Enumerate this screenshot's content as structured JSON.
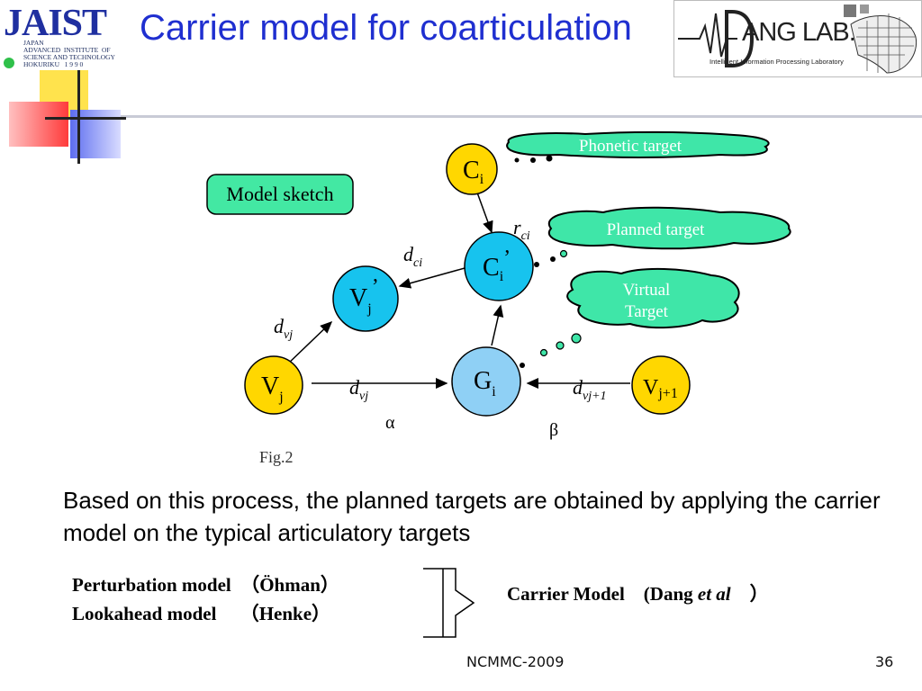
{
  "slide": {
    "title": "Carrier model for coarticulation",
    "paragraph": "Based on this process, the planned targets are obtained by applying the carrier model on the typical articulatory targets",
    "footer_center": "NCMMC-2009",
    "page_number": "36"
  },
  "logos": {
    "jaist_big": "JAIST",
    "jaist_small": "JAPAN\nADVANCED  INSTITUTE  OF\nSCIENCE AND TECHNOLOGY\nHOKURIKU   1 9 9 0",
    "dang_text": "ANG LAB.",
    "dang_sub": "Intelligent Information Processing Laboratory"
  },
  "diagram": {
    "model_sketch": "Model sketch",
    "phonetic_target": "Phonetic target",
    "planned_target": "Planned target",
    "virtual_target_line1": "Virtual",
    "virtual_target_line2": "Target",
    "fig_label": "Fig.2",
    "nodes": {
      "ci_base": "C",
      "ci_sub": "i",
      "cip_base": "C",
      "cip_sub": "i",
      "cip_prime": "’",
      "vjp_base": "V",
      "vjp_sub": "j",
      "vjp_prime": "’",
      "vj_base": "V",
      "vj_sub": "j",
      "gi_base": "G",
      "gi_sub": "i",
      "vj1_base": "V",
      "vj1_sub": "j+1"
    },
    "labels": {
      "rci_base": "r",
      "rci_sub": "ci",
      "dci_base": "d",
      "dci_sub": "ci",
      "dvj_left_base": "d",
      "dvj_left_sub": "vj",
      "dvj_mid_base": "d",
      "dvj_mid_sub": "vj",
      "dvj1_base": "d",
      "dvj1_sub": "vj+1",
      "alpha": "α",
      "beta": "β"
    },
    "colors": {
      "node_yellow": "#ffd700",
      "node_cyan": "#17c3ee",
      "node_lightblue": "#8fd0f5",
      "cloud_green": "#3fe6a8",
      "sketch_green": "#43e8a3"
    }
  },
  "models": {
    "perturbation": "Perturbation model　（Öhman）",
    "lookahead": "Lookahead model　 （Henke）",
    "carrier_prefix": "Carrier Model　(Dang ",
    "carrier_italic": "et al",
    "carrier_suffix": "　）"
  }
}
